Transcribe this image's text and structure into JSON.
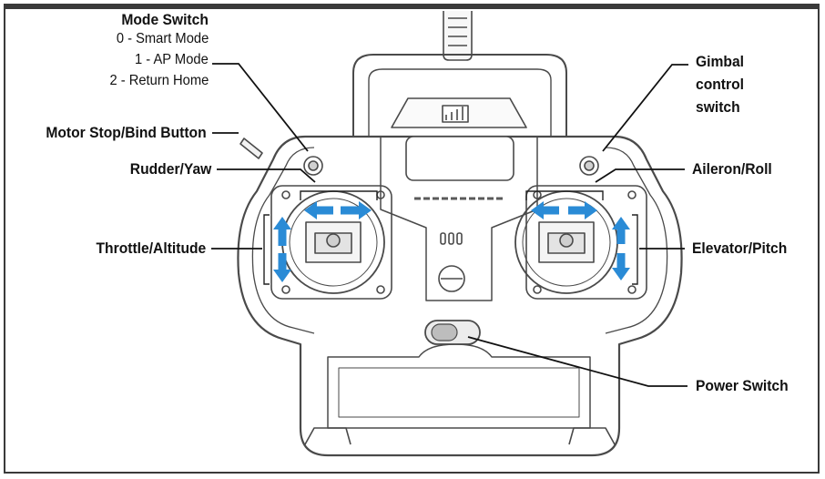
{
  "labels": {
    "mode_switch": {
      "title": "Mode Switch",
      "options": [
        "0 - Smart Mode",
        "1 - AP Mode",
        "2 - Return Home"
      ]
    },
    "motor_stop": "Motor Stop/Bind Button",
    "rudder": "Rudder/Yaw",
    "throttle": "Throttle/Altitude",
    "gimbal": [
      "Gimbal",
      "control",
      "switch"
    ],
    "aileron": "Aileron/Roll",
    "elevator": "Elevator/Pitch",
    "power": "Power Switch"
  },
  "colors": {
    "arrow": "#2a8bd6",
    "outline": "#4a4a4a",
    "frame": "#3a3a3a"
  }
}
